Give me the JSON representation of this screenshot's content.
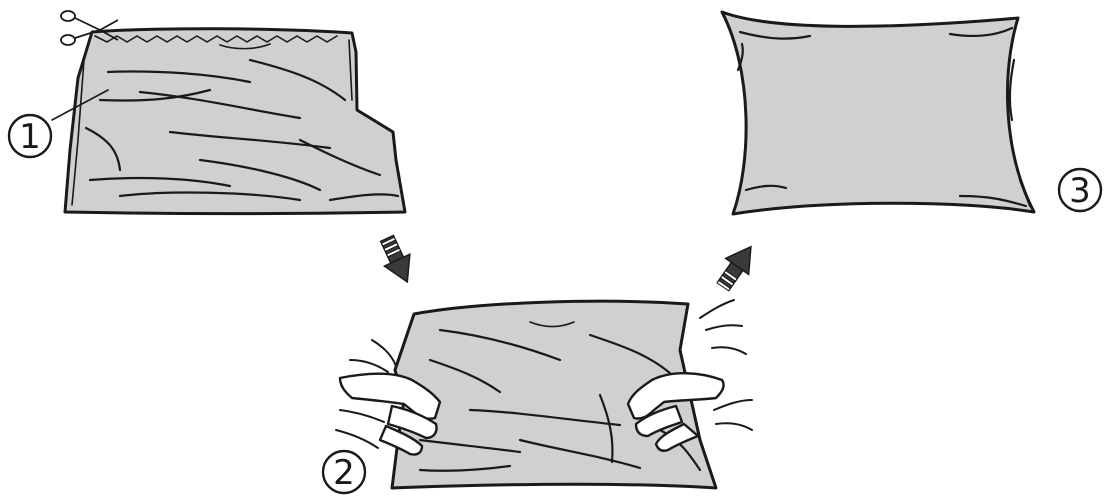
{
  "steps": [
    {
      "id": 1,
      "label": "1"
    },
    {
      "id": 2,
      "label": "2"
    },
    {
      "id": 3,
      "label": "3"
    }
  ],
  "icons": {
    "scissors": "scissors-icon",
    "arrow_down": "arrow-down-icon",
    "arrow_up": "arrow-up-icon",
    "hand": "hand-icon"
  },
  "colors": {
    "fabric": "#cfd0d1",
    "outline": "#1a1a1a",
    "background": "#ffffff"
  }
}
